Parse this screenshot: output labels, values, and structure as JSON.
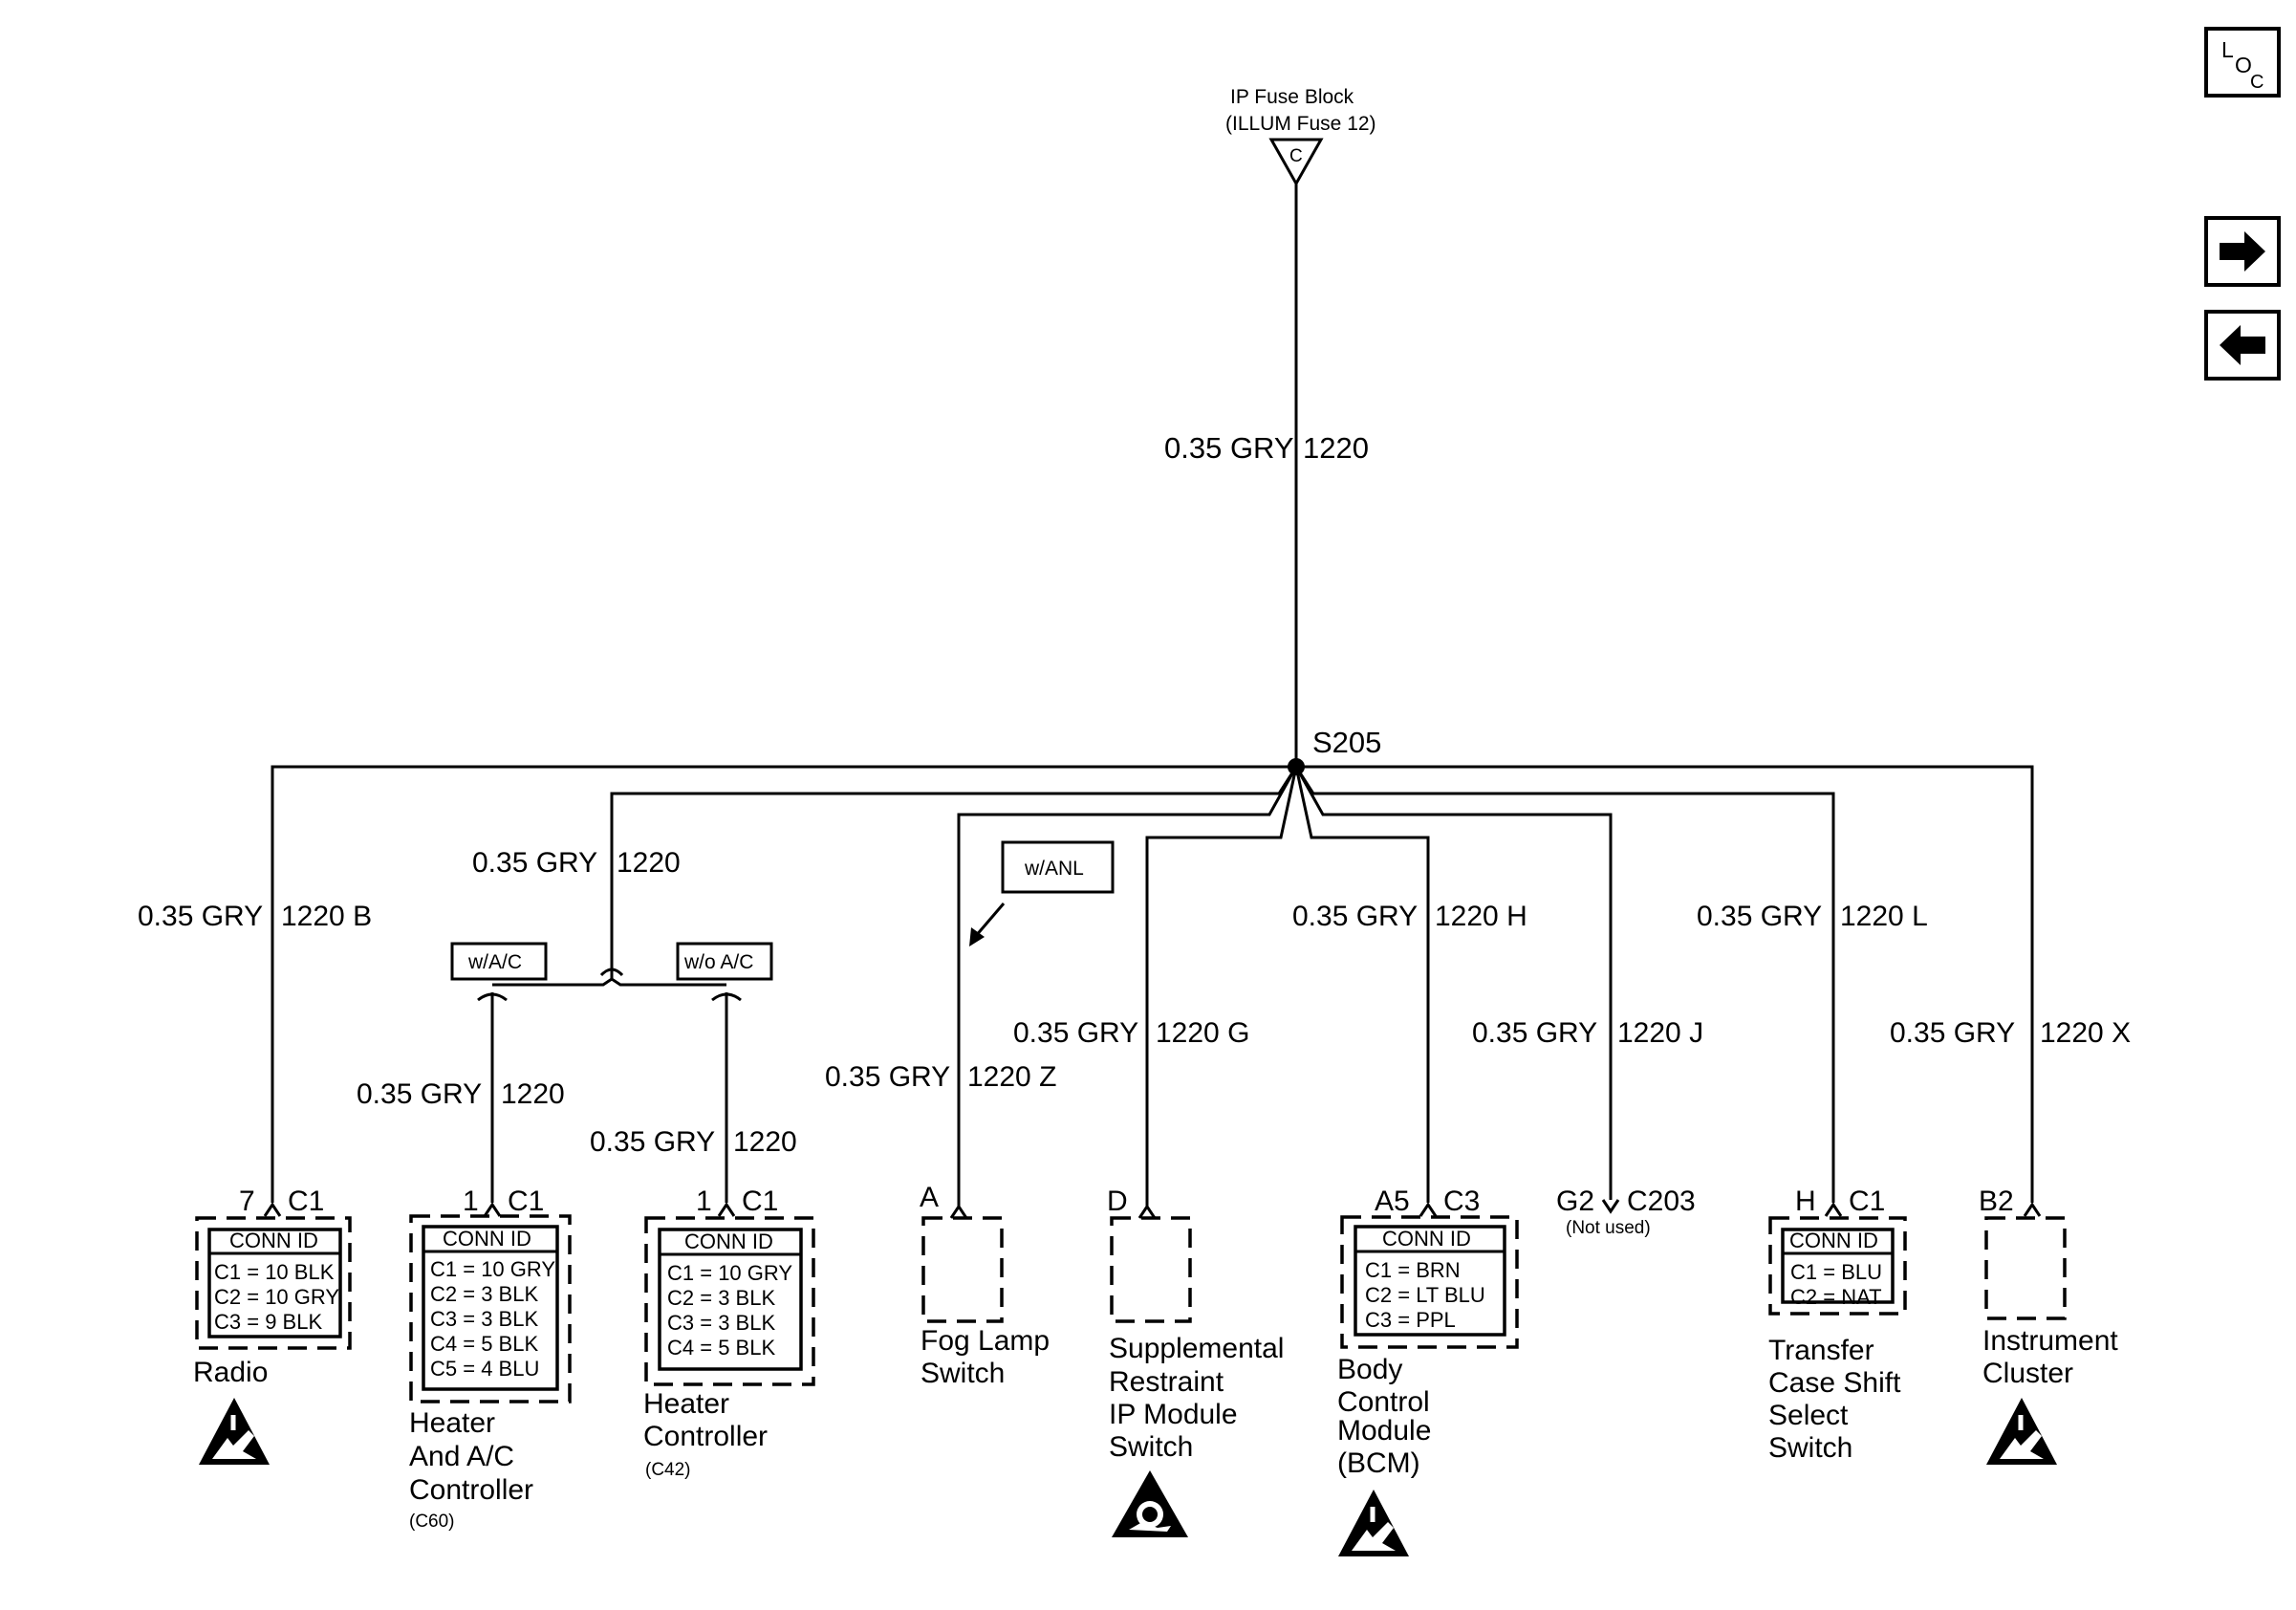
{
  "source": {
    "line1": "IP Fuse Block",
    "line2": "(ILLUM Fuse 12)",
    "pin": "C"
  },
  "main_wire": {
    "size_color": "0.35 GRY",
    "circuit": "1220"
  },
  "splice": "S205",
  "branches": [
    {
      "id": "radio",
      "size_color": "0.35 GRY",
      "circuit": "1220 B",
      "pin": "7",
      "connector": "C1",
      "conn_id": {
        "title": "CONN ID",
        "rows": [
          "C1 = 10 BLK",
          "C2 = 10 GRY",
          "C3 = 9 BLK"
        ]
      },
      "name": [
        "Radio"
      ],
      "symbol": "esd-icon"
    },
    {
      "id": "hvac-trunk",
      "size_color": "0.35 GRY",
      "circuit": "1220"
    },
    {
      "id": "heater-ac",
      "option": "w/A/C",
      "size_color": "0.35 GRY",
      "circuit": "1220",
      "pin": "1",
      "connector": "C1",
      "conn_id": {
        "title": "CONN ID",
        "rows": [
          "C1 = 10 GRY",
          "C2 = 3 BLK",
          "C3 = 3 BLK",
          "C4 = 5 BLK",
          "C5 = 4 BLU"
        ]
      },
      "name": [
        "Heater",
        "And A/C",
        "Controller"
      ],
      "sub": "(C60)"
    },
    {
      "id": "heater",
      "option": "w/o A/C",
      "size_color": "0.35 GRY",
      "circuit": "1220",
      "pin": "1",
      "connector": "C1",
      "conn_id": {
        "title": "CONN ID",
        "rows": [
          "C1 = 10 GRY",
          "C2 = 3 BLK",
          "C3 = 3 BLK",
          "C4 = 5 BLK"
        ]
      },
      "name": [
        "Heater",
        "Controller"
      ],
      "sub": "(C42)"
    },
    {
      "id": "fog",
      "option": "w/ANL",
      "size_color": "0.35 GRY",
      "circuit": "1220 Z",
      "pin": "A",
      "name": [
        "Fog Lamp",
        "Switch"
      ]
    },
    {
      "id": "srs",
      "size_color": "0.35 GRY",
      "circuit": "1220 G",
      "pin": "D",
      "name": [
        "Supplemental",
        "Restraint",
        "IP Module",
        "Switch"
      ],
      "symbol": "airbag-icon"
    },
    {
      "id": "bcm",
      "size_color": "0.35 GRY",
      "circuit": "1220 H",
      "pin": "A5",
      "connector": "C3",
      "conn_id": {
        "title": "CONN ID",
        "rows": [
          "C1 = BRN",
          "C2 = LT BLU",
          "C3 = PPL"
        ]
      },
      "name": [
        "Body",
        "Control",
        "Module",
        "(BCM)"
      ],
      "symbol": "esd-icon"
    },
    {
      "id": "c203",
      "size_color": "0.35 GRY",
      "circuit": "1220 J",
      "pin": "G2",
      "connector": "C203",
      "note": "(Not used)"
    },
    {
      "id": "transfer",
      "size_color": "0.35 GRY",
      "circuit": "1220 L",
      "pin": "H",
      "connector": "C1",
      "conn_id": {
        "title": "CONN ID",
        "rows": [
          "C1 = BLU",
          "C2 = NAT"
        ]
      },
      "name": [
        "Transfer",
        "Case Shift",
        "Select",
        "Switch"
      ]
    },
    {
      "id": "cluster",
      "size_color": "0.35 GRY",
      "circuit": "1220 X",
      "pin": "B2",
      "name": [
        "Instrument",
        "Cluster"
      ],
      "symbol": "esd-icon"
    }
  ],
  "nav": {
    "loc_l": "L",
    "loc_o": "O",
    "loc_c": "C",
    "next_icon": "arrow-right-icon",
    "prev_icon": "arrow-left-icon"
  }
}
